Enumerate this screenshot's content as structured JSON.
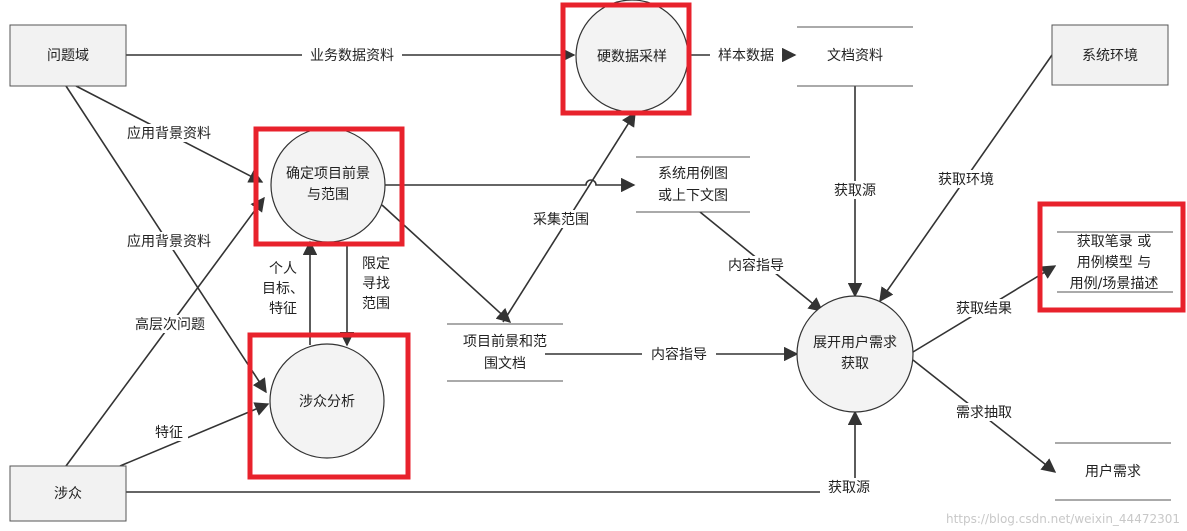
{
  "entities": {
    "problem_domain": "问题域",
    "stakeholders": "涉众",
    "system_env": "系统环境"
  },
  "processes": {
    "hard_data_sampling": "硬数据采样",
    "scope_line1": "确定项目前景",
    "scope_line2": "与范围",
    "stakeholder_analysis": "涉众分析",
    "elicitation_line1": "展开用户需求",
    "elicitation_line2": "获取"
  },
  "stores": {
    "documents": "文档资料",
    "use_case_line1": "系统用例图",
    "use_case_line2": "或上下文图",
    "vision_doc_line1": "项目前景和范",
    "vision_doc_line2": "围文档",
    "notes_line1": "获取笔录 或",
    "notes_line2": "用例模型 与",
    "notes_line3": "用例/场景描述",
    "user_requirements": "用户需求"
  },
  "flows": {
    "business_data": "业务数据资料",
    "sample_data": "样本数据",
    "app_background_1": "应用背景资料",
    "app_background_2": "应用背景资料",
    "high_level_issues": "高层次问题",
    "characteristics": "特征",
    "personal_line1": "个人",
    "personal_line2": "目标、",
    "personal_line3": "特征",
    "limit_line1": "限定",
    "limit_line2": "寻找",
    "limit_line3": "范围",
    "collection_scope": "采集范围",
    "obtain_source_1": "获取源",
    "obtain_source_2": "获取源",
    "obtain_env": "获取环境",
    "content_guide_1": "内容指导",
    "content_guide_2": "内容指导",
    "obtain_result": "获取结果",
    "req_extraction": "需求抽取"
  },
  "watermark": "https://blog.csdn.net/weixin_44472301",
  "colors": {
    "highlight": "#e8222c",
    "node_fill": "#f3f3f3",
    "stroke": "#333333"
  }
}
